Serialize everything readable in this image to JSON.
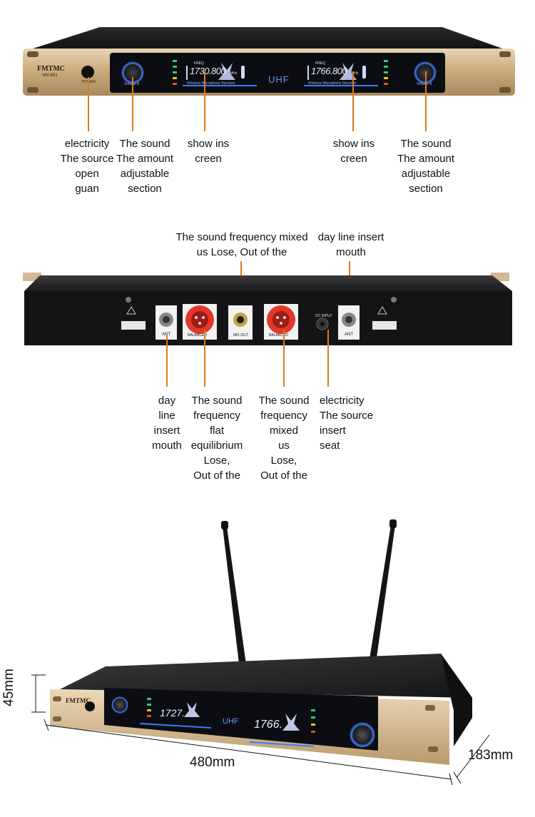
{
  "front_panel": {
    "brand": "FMTMC",
    "model": "MV-551",
    "power_label": "POWER",
    "volume_a_label": "Volume A",
    "volume_b_label": "Volume B",
    "display_a": {
      "freq_label": "FREQ",
      "freq": "1730.800",
      "unit": "MHz",
      "caption": "Wireless Microphone Receiver"
    },
    "display_b": {
      "freq_label": "FREQ",
      "freq": "1766.800",
      "unit": "MHz",
      "caption": "Wireless Microphone Receiver"
    },
    "band": "UHF"
  },
  "front_callouts": {
    "power_switch": [
      "electricity",
      "The source",
      "open",
      "guan"
    ],
    "volume_a": [
      "The sound",
      "The amount",
      "adjustable",
      "section"
    ],
    "screen_a": [
      "show ins",
      "creen"
    ],
    "screen_b": [
      "show ins",
      "creen"
    ],
    "volume_b": [
      "The sound",
      "The amount",
      "adjustable",
      "section"
    ]
  },
  "rear_panel": {
    "ant_label": "ANT",
    "balanced_label": "BALANCED",
    "mix_out_label": "MIX OUT",
    "dc_input_label": "DC INPUT"
  },
  "rear_callouts_top": {
    "mix_out": [
      "The sound frequency mixed",
      "us Lose, Out of the"
    ],
    "antenna_right": [
      "day line insert",
      "mouth"
    ]
  },
  "rear_callouts_bottom": {
    "antenna_left": [
      "day",
      "line",
      "insert",
      "mouth"
    ],
    "balanced_out": [
      "The sound",
      "frequency",
      "flat",
      "equilibrium",
      "Lose,",
      "Out of the"
    ],
    "mixed_out": [
      "The sound",
      "frequency",
      "mixed",
      "us",
      "Lose,",
      "Out of the"
    ],
    "power_socket": [
      "electricity",
      "The source",
      "insert",
      "seat"
    ]
  },
  "dimensions": {
    "height": "45mm",
    "width": "480mm",
    "depth": "183mm"
  },
  "colors": {
    "gold_panel": "#c9a97a",
    "callout_line": "#e07a1a",
    "chassis": "#1c1c1e",
    "display_blue": "#3b7bff",
    "xlr_red": "#e3372a"
  }
}
